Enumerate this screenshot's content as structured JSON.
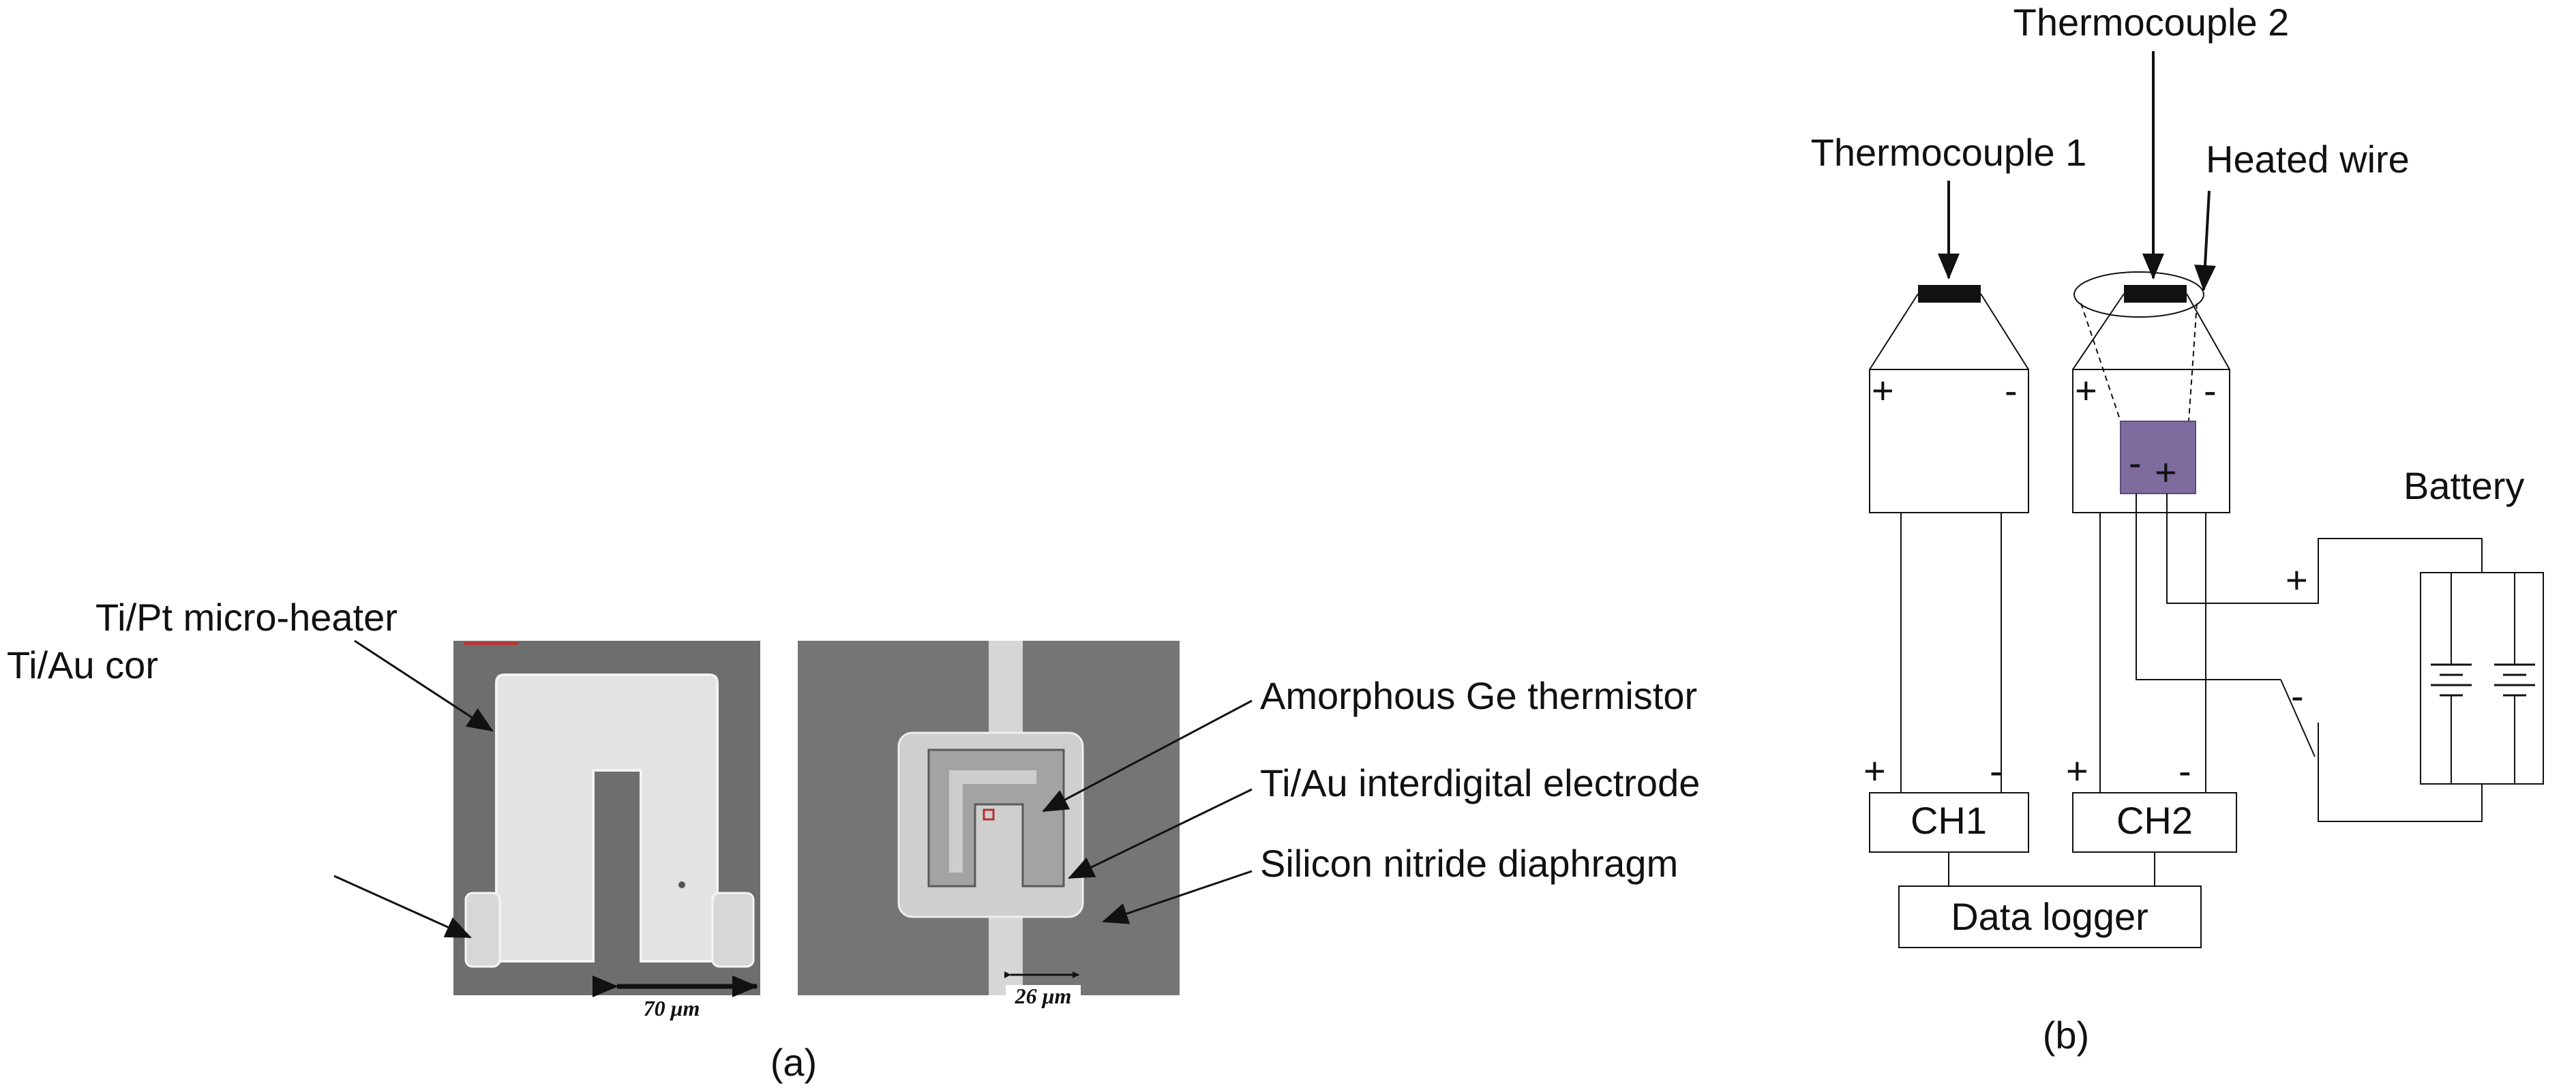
{
  "panel_a": {
    "caption": "(a)",
    "labels": {
      "micro_heater": "Ti/Pt micro-heater",
      "contact": "Ti/Au cor",
      "thermistor": "Amorphous Ge thermistor",
      "electrode": "Ti/Au interdigital electrode",
      "diaphragm": "Silicon nitride diaphragm"
    },
    "scale_left": "70 μm",
    "scale_right": "26 μm"
  },
  "panel_b": {
    "caption": "(b)",
    "labels": {
      "thermocouple1": "Thermocouple 1",
      "thermocouple2": "Thermocouple 2",
      "heated_wire": "Heated wire",
      "battery": "Battery",
      "ch1": "CH1",
      "ch2": "CH2",
      "data_logger": "Data logger"
    },
    "polarity": {
      "plus": "+",
      "minus": "-"
    }
  },
  "colors": {
    "micrograph_background": "#6e6e6e",
    "metal_light": "#e6e6e6",
    "thermistor_fill": "#7e6c9e",
    "ink": "#111111"
  }
}
